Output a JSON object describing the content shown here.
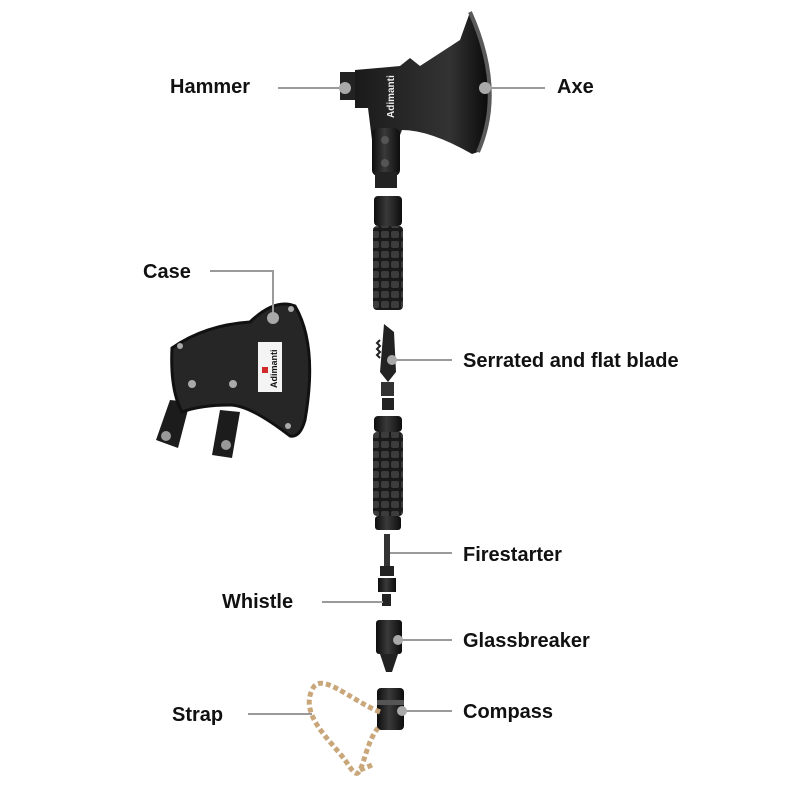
{
  "brand": "Adimanti",
  "labels": {
    "hammer": "Hammer",
    "axe": "Axe",
    "case": "Case",
    "blade": "Serrated and flat blade",
    "firestarter": "Firestarter",
    "whistle": "Whistle",
    "glassbreaker": "Glassbreaker",
    "strap": "Strap",
    "compass": "Compass"
  },
  "colors": {
    "tool": "#1c1c1c",
    "leader": "#9a9a9a",
    "logo_red": "#d22a2a"
  }
}
